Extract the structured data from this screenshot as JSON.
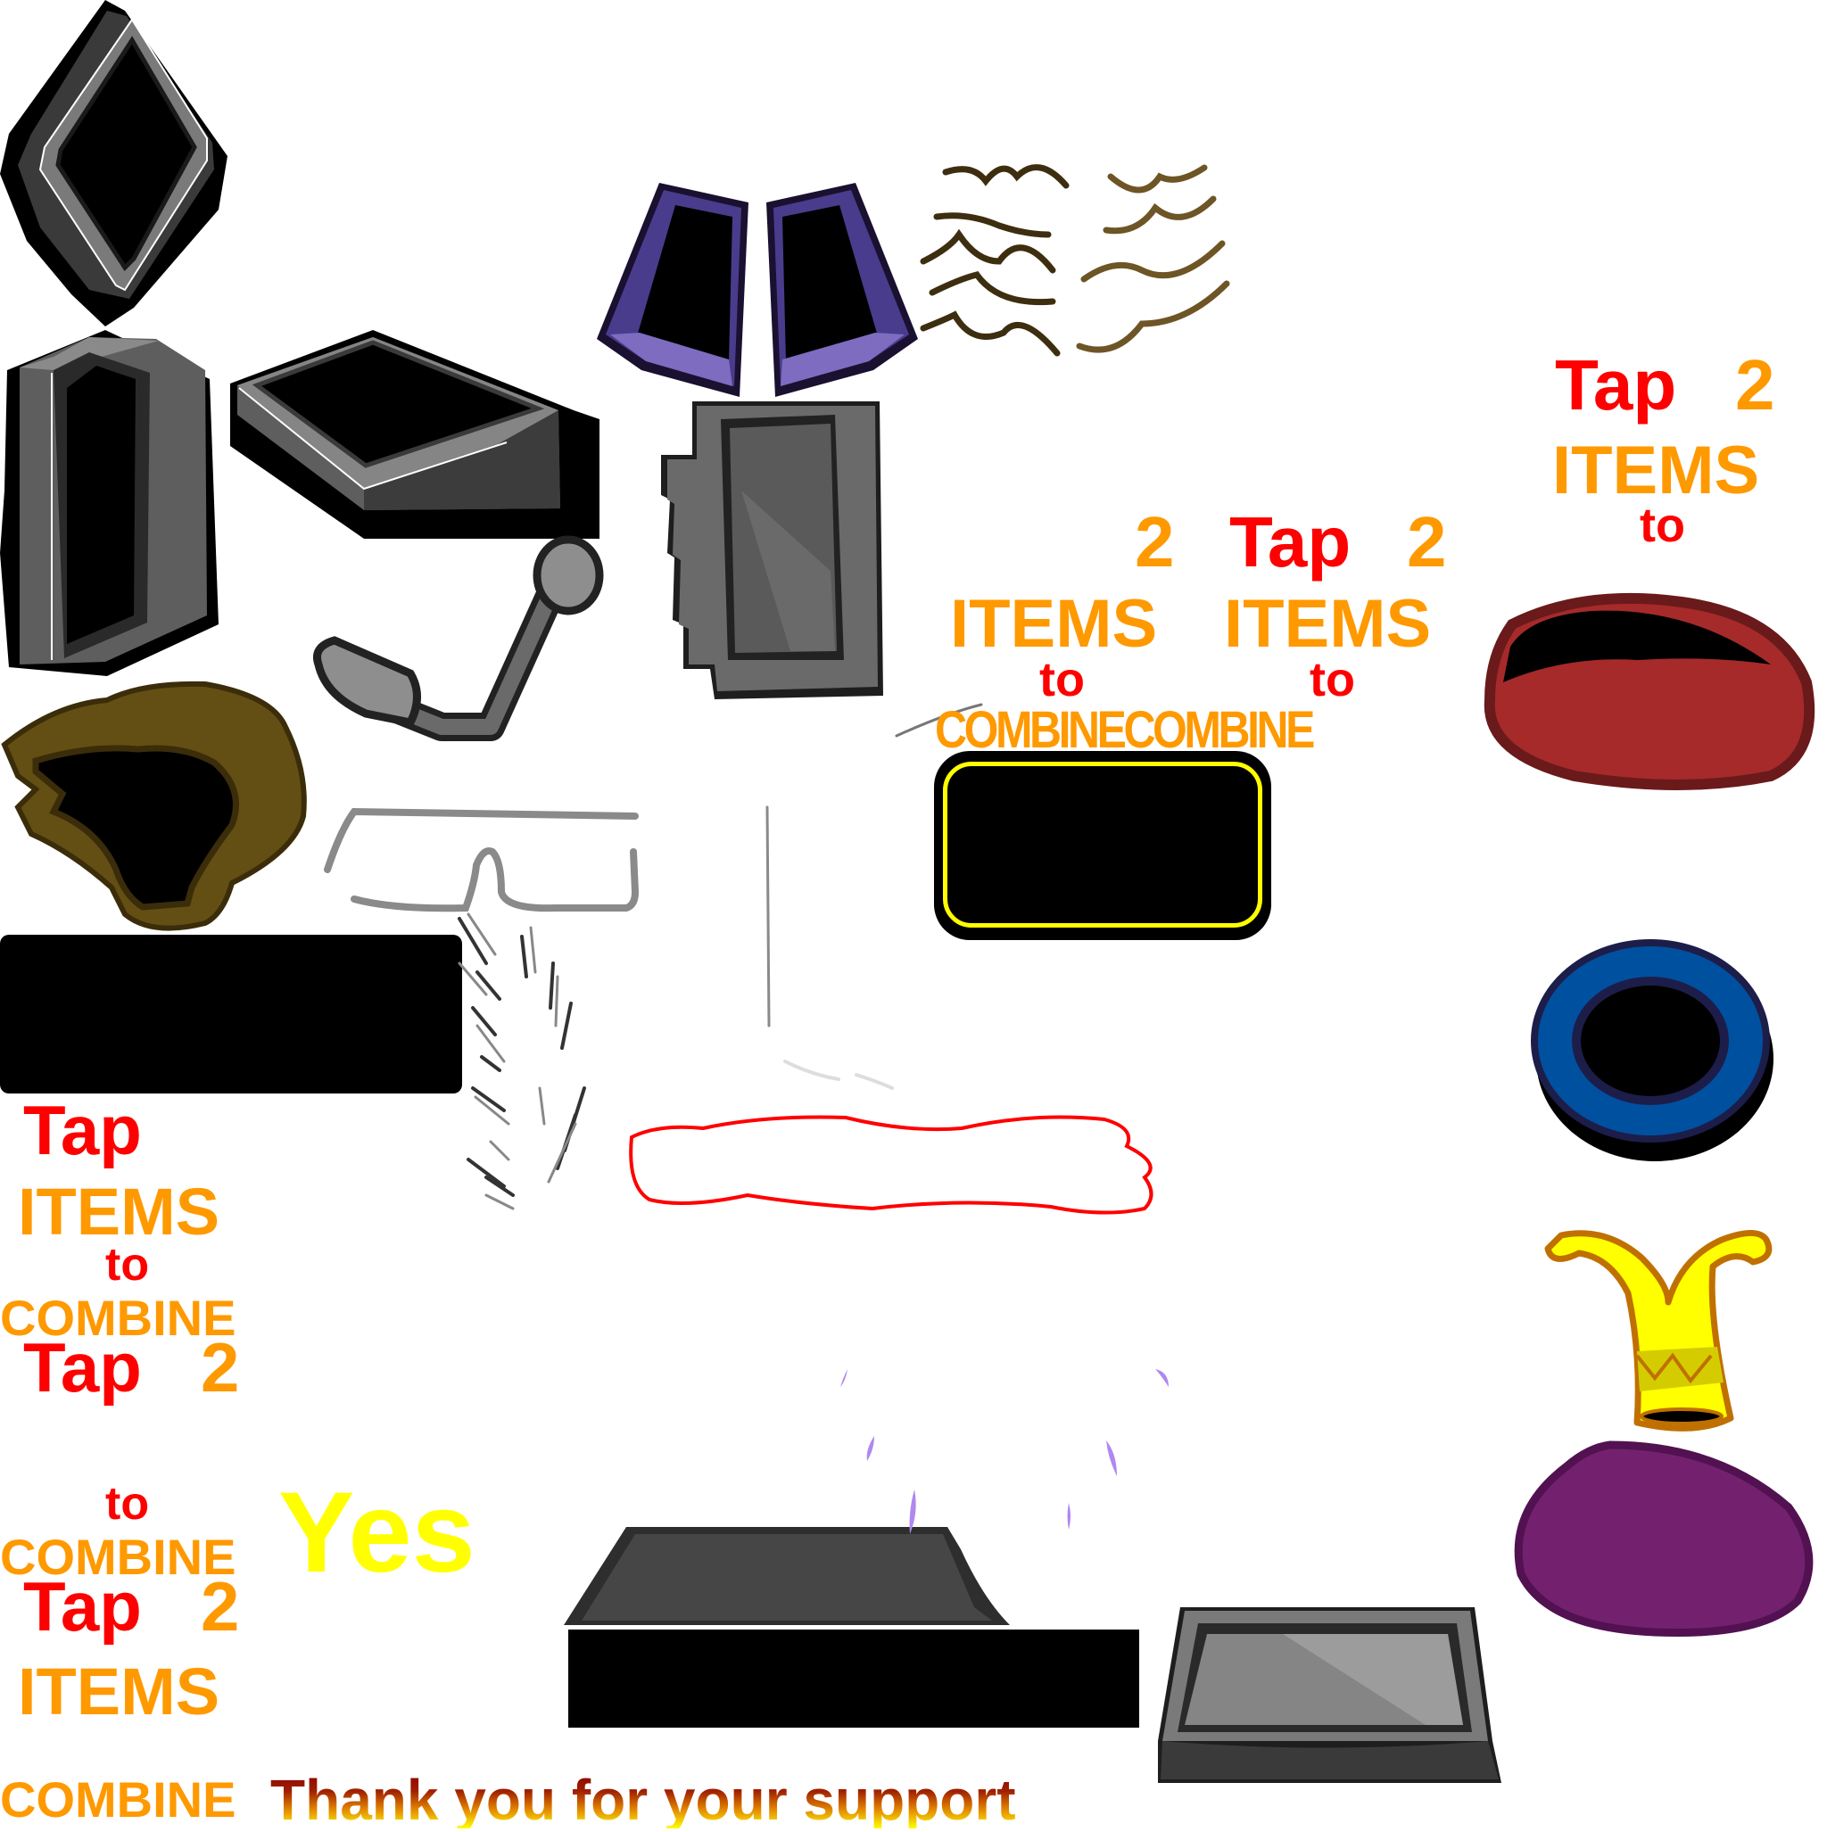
{
  "sheet": {
    "description": "Sprite sheet with item graphics and UI text fragments",
    "colors": {
      "tap_red": "#ff0000",
      "items_orange": "#ff9900",
      "yes_yellow": "#ffff00",
      "thanks_gradient_top": "#8b0000",
      "thanks_gradient_bottom": "#ffff00",
      "frame_gray": "#5a5a5a",
      "pane_purple": "#7a6abf",
      "wave_brown_dark": "#3d2e10",
      "wave_brown_light": "#6e5526",
      "helmet_brown": "#634f14",
      "hat_red": "#a62a2a",
      "ring_blue": "#0050a0",
      "jester_yellow": "#ffff00",
      "blob_purple": "#73216f",
      "drop_lavender": "#b088f0",
      "outline_red": "#ff0000"
    }
  },
  "items": [
    {
      "name": "diamond-window-frame"
    },
    {
      "name": "tall-window-frame"
    },
    {
      "name": "slanted-window-frame"
    },
    {
      "name": "purple-window-panes"
    },
    {
      "name": "brown-wave-strokes"
    },
    {
      "name": "gray-door-frame"
    },
    {
      "name": "periscope-crank"
    },
    {
      "name": "brown-helmet"
    },
    {
      "name": "safety-glasses-outline"
    },
    {
      "name": "black-bar"
    },
    {
      "name": "feather-strokes"
    },
    {
      "name": "red-outline-blob"
    },
    {
      "name": "yellow-bordered-black-panel"
    },
    {
      "name": "red-beanie-hat"
    },
    {
      "name": "blue-ring-hole"
    },
    {
      "name": "jester-hat"
    },
    {
      "name": "purple-blob"
    },
    {
      "name": "trapdoor-box"
    },
    {
      "name": "gray-tray"
    },
    {
      "name": "lavender-drops"
    }
  ],
  "texts": {
    "tr_tap": "Tap",
    "tr_2": "2",
    "tr_items": "ITEMS",
    "tr_to": "to",
    "mid_2a": "2",
    "mid_tap": "Tap",
    "mid_2b": "2",
    "mid_items_a": "ITEMS",
    "mid_items_b": "ITEMS",
    "mid_to_a": "to",
    "mid_to_b": "to",
    "mid_combine": "COMBINECOMBINE",
    "l_tap1": "Tap",
    "l_items1": "ITEMS",
    "l_to1": "to",
    "l_combine1": "COMBINE",
    "l_tap2": "Tap",
    "l_two2": "2",
    "l_to2": "to",
    "l_combine2": "COMBINE",
    "l_tap3": "Tap",
    "l_two3": "2",
    "l_items3": "ITEMS",
    "l_combine3": "COMBINE",
    "yes": "Yes",
    "thanks": "Thank you for your support"
  }
}
